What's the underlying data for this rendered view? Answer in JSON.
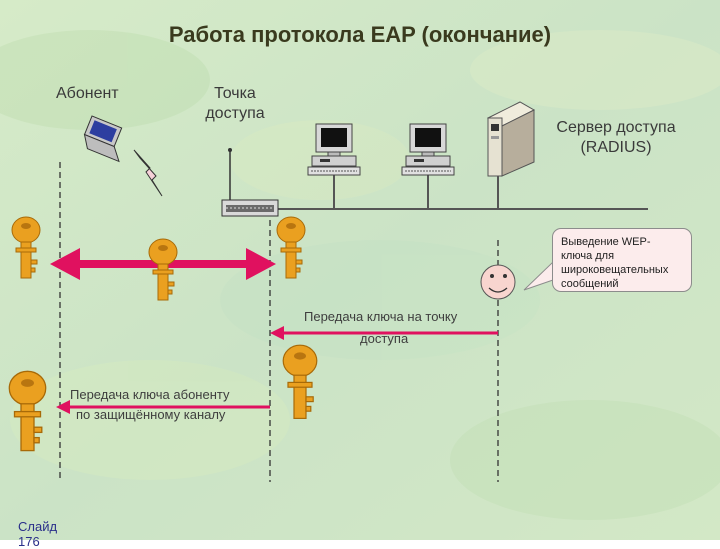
{
  "title": "Работа протокола EAP (окончание)",
  "labels": {
    "subscriber": "Абонент",
    "access_point_line1": "Точка",
    "access_point_line2": "доступа",
    "server_line1": "Сервер доступа",
    "server_line2": "(RADIUS)"
  },
  "bubble": {
    "line1": "Выведение WEP-",
    "line2": "ключа для",
    "line3": "широковещательных",
    "line4": "сообщений"
  },
  "messages": {
    "to_ap_line1": "Передача ключа на точку",
    "to_ap_line2": "доступа",
    "to_subscriber_line1": "Передача ключа абоненту",
    "to_subscriber_line2": "по защищённому каналу"
  },
  "footer": {
    "slide_label": "Слайд",
    "slide_number": "176"
  },
  "colors": {
    "background": "#cfe7c4",
    "title": "#3a3a1e",
    "arrow": "#e0115f",
    "key": "#e89a18",
    "bubble_fill": "#fcecec",
    "network_line": "#555555"
  },
  "icons": {
    "subscriber": "laptop-icon",
    "access_point": "access-point-icon",
    "workstations": "desktop-computer-icon",
    "server": "server-tower-icon",
    "wireless": "lightning-bolt-icon",
    "key": "key-icon",
    "face": "smiley-face-icon"
  }
}
